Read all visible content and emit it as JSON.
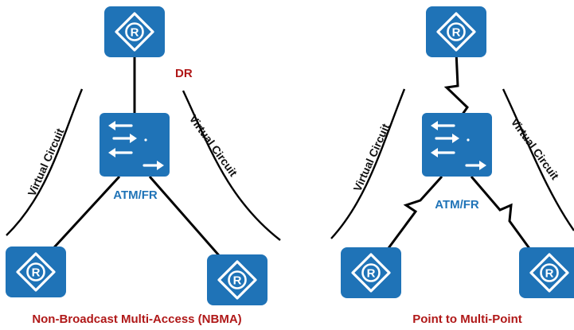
{
  "left_diagram": {
    "dr_label": "DR",
    "switch_label": "ATM/FR",
    "vc_left_label": "Virtual Circuit",
    "vc_right_label": "Virtual Circuit",
    "caption": "Non-Broadcast Multi-Access (NBMA)"
  },
  "right_diagram": {
    "switch_label": "ATM/FR",
    "vc_left_label": "Virtual Circuit",
    "vc_right_label": "Virtual Circuit",
    "caption": "Point to Multi-Point"
  },
  "colors": {
    "device_fill": "#1f73b7",
    "label_blue": "#1f73b7",
    "label_red": "#b01818"
  },
  "icons": {
    "router": "router-icon",
    "switch": "switch-icon"
  }
}
